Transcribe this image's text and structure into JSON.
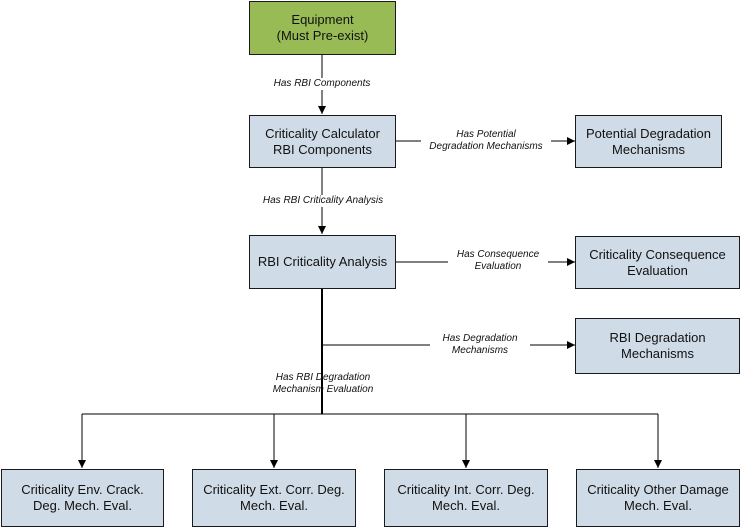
{
  "nodes": {
    "equipment": "Equipment\n(Must Pre-exist)",
    "crit_calc_components": "Criticality Calculator\nRBI Components",
    "potential_degradation": "Potential Degradation\nMechanisms",
    "rbi_criticality_analysis": "RBI Criticality Analysis",
    "criticality_consequence": "Criticality Consequence\nEvaluation",
    "rbi_degradation": "RBI Degradation\nMechanisms",
    "env_crack": "Criticality Env. Crack.\nDeg. Mech. Eval.",
    "ext_corr": "Criticality Ext. Corr. Deg.\nMech. Eval.",
    "int_corr": "Criticality Int. Corr. Deg.\nMech. Eval.",
    "other_damage": "Criticality Other Damage\nMech. Eval."
  },
  "edges": {
    "has_rbi_components": "Has RBI Components",
    "has_potential_degradation": "Has Potential\nDegradation Mechanisms",
    "has_rbi_criticality_analysis": "Has RBI Criticality Analysis",
    "has_consequence_evaluation": "Has Consequence\nEvaluation",
    "has_degradation_mechanisms": "Has Degradation\nMechanisms",
    "has_rbi_degradation_mechanism_evaluation": "Has RBI Degradation\nMechanism Evaluation"
  },
  "colors": {
    "root_fill": "#99bb55",
    "node_fill": "#cfdbe6",
    "line": "#000000"
  }
}
